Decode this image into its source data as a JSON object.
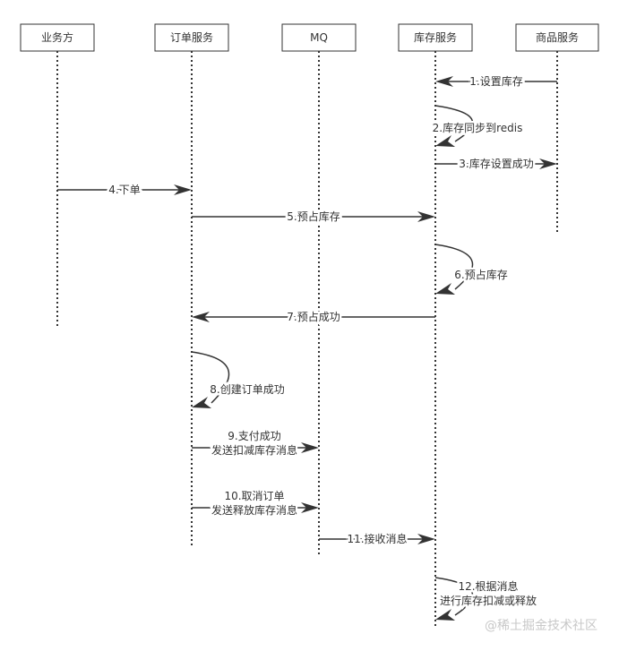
{
  "participants": [
    {
      "name": "业务方"
    },
    {
      "name": "订单服务"
    },
    {
      "name": "MQ"
    },
    {
      "name": "库存服务"
    },
    {
      "name": "商品服务"
    }
  ],
  "messages": [
    {
      "from": 4,
      "to": 3,
      "lines": [
        "1.设置库存"
      ]
    },
    {
      "from": 3,
      "to": 3,
      "lines": [
        "2.库存同步到redis"
      ]
    },
    {
      "from": 3,
      "to": 4,
      "lines": [
        "3.库存设置成功"
      ]
    },
    {
      "from": 0,
      "to": 1,
      "lines": [
        "4.下单"
      ]
    },
    {
      "from": 1,
      "to": 3,
      "lines": [
        "5.预占库存"
      ]
    },
    {
      "from": 3,
      "to": 3,
      "lines": [
        "6.预占库存"
      ]
    },
    {
      "from": 3,
      "to": 1,
      "lines": [
        "7.预占成功"
      ]
    },
    {
      "from": 1,
      "to": 1,
      "lines": [
        "8.创建订单成功"
      ]
    },
    {
      "from": 1,
      "to": 2,
      "lines": [
        "9.支付成功",
        "发送扣减库存消息"
      ]
    },
    {
      "from": 1,
      "to": 2,
      "lines": [
        "10.取消订单",
        "发送释放库存消息"
      ]
    },
    {
      "from": 2,
      "to": 3,
      "lines": [
        "11.接收消息"
      ]
    },
    {
      "from": 3,
      "to": 3,
      "lines": [
        "12.根据消息",
        "进行库存扣减或释放"
      ]
    }
  ],
  "watermark": "@稀土掘金技术社区"
}
